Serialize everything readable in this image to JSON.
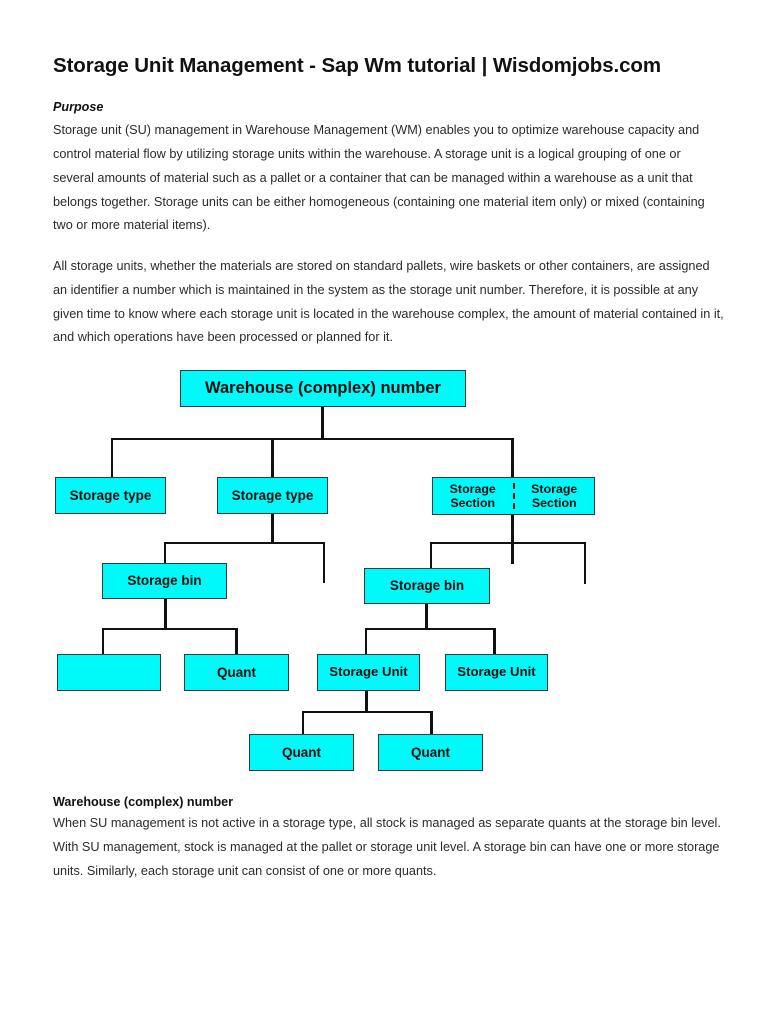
{
  "document": {
    "title": "Storage Unit Management - Sap Wm tutorial | Wisdomjobs.com",
    "purpose_label": "Purpose",
    "paragraph_1": "Storage unit (SU) management in Warehouse Management (WM) enables you to optimize warehouse capacity and control material flow by utilizing storage units within the warehouse. A storage unit is a logical grouping of one or several amounts of material such as a pallet or a container that can be managed within a warehouse as a unit that belongs together. Storage units can be either homogeneous (containing one material item only) or mixed (containing two or more material items).",
    "paragraph_2": "All storage units, whether the materials are stored on standard pallets, wire baskets or other containers, are assigned an identifier a number which is maintained in the system as the storage unit number. Therefore, it is possible at any given time to know where each storage unit is located in the warehouse complex, the amount of material contained in it, and which operations have been processed or planned for it.",
    "footer_heading": "Warehouse (complex) number",
    "paragraph_3": "When SU management is not active in a storage type, all stock is managed as separate quants at the storage bin level. With SU management, stock is managed at the pallet or storage unit level. A storage bin can have one or more storage units. Similarly, each storage unit can consist of one or more quants."
  },
  "diagram": {
    "node_fill_color": "#00FAFA",
    "node_border_color": "#2b3b3b",
    "connector_color": "#111111",
    "nodes": {
      "warehouse_complex_number": "Warehouse (complex) number",
      "storage_type_1": "Storage type",
      "storage_type_2": "Storage type",
      "storage_section_left": "Storage\nSection",
      "storage_section_right": "Storage\nSection",
      "storage_bin_1": "Storage bin",
      "storage_bin_2": "Storage bin",
      "empty_box": "",
      "quant_1": "Quant",
      "storage_unit_1": "Storage Unit",
      "storage_unit_2": "Storage Unit",
      "quant_2": "Quant",
      "quant_3": "Quant"
    }
  }
}
